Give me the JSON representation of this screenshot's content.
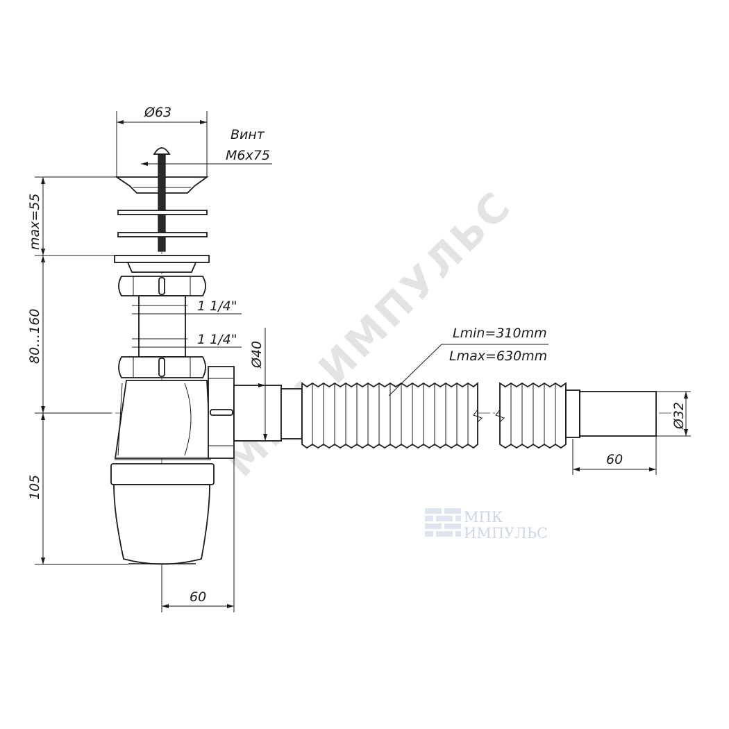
{
  "diagram": {
    "dimensions": {
      "top_diameter": "Ø63",
      "screw_label_line1": "Винт",
      "screw_label_line2": "M6x75",
      "max_height": "max=55",
      "adjust_height": "80…160",
      "thread_upper": "1 1/4\"",
      "thread_lower": "1 1/4\"",
      "outlet_diameter": "Ø40",
      "hose_min_length": "Lmin=310mm",
      "hose_max_length": "Lmax=630mm",
      "end_diameter": "Ø32",
      "end_length": "60",
      "bottom_height": "105",
      "bottom_offset": "60"
    },
    "watermark": {
      "diagonal": "МПК ИМПУЛЬС",
      "logo_line1": "МПК",
      "logo_line2": "ИМПУЛЬС"
    },
    "colors": {
      "line": "#1a1a1a",
      "watermark": "#e3e3e3",
      "logo": "#cfd6e2"
    }
  }
}
